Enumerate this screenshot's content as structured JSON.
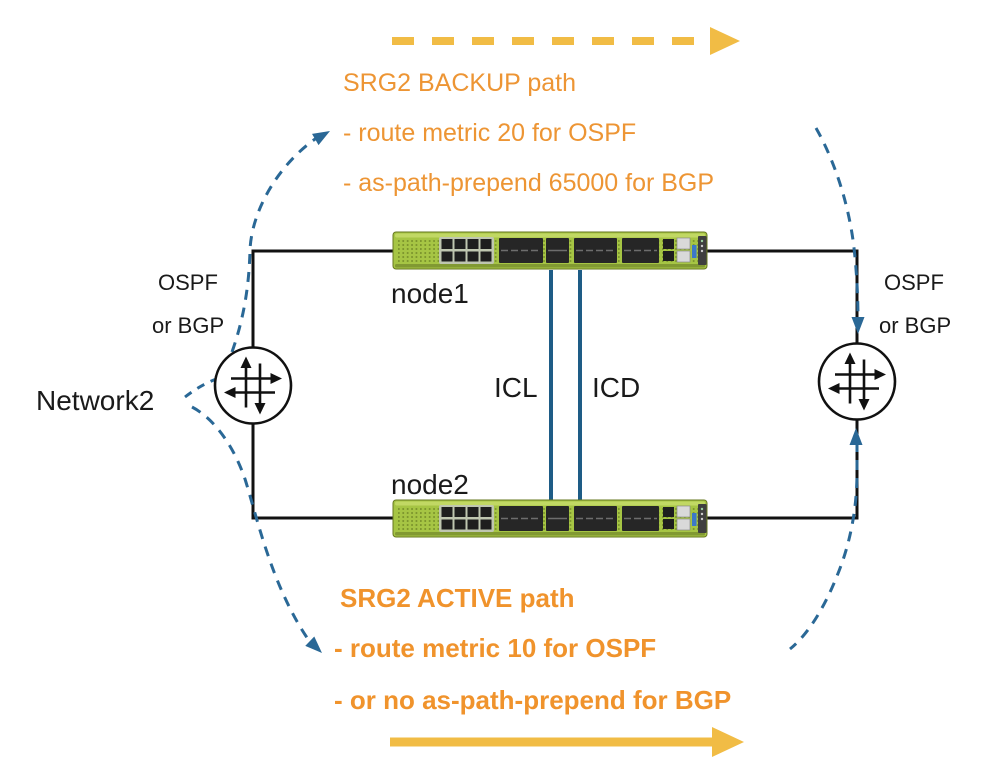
{
  "colors": {
    "orange_text": "#ED9534",
    "orange_bold_text": "#F0932C",
    "yellow_arrow": "#F1BC45",
    "blue_dashed_path": "#2A6896",
    "icl_icd_link": "#1E5C86",
    "connection_line": "#111111",
    "switch_chassis_green": "#A6C544"
  },
  "backup_path": {
    "title": "SRG2 BACKUP path",
    "detail1": "- route metric 20 for OSPF",
    "detail2": "- as-path-prepend 65000 for BGP"
  },
  "active_path": {
    "title": "SRG2 ACTIVE path",
    "detail1": "- route metric 10 for OSPF",
    "detail2": "- or no as-path-prepend for BGP"
  },
  "left_side": {
    "protocol_line1": "OSPF",
    "protocol_line2": "or BGP",
    "network_label": "Network2"
  },
  "right_side": {
    "protocol_line1": "OSPF",
    "protocol_line2": "or BGP"
  },
  "nodes": {
    "node1_label": "node1",
    "node2_label": "node2"
  },
  "links": {
    "icl_label": "ICL",
    "icd_label": "ICD"
  }
}
